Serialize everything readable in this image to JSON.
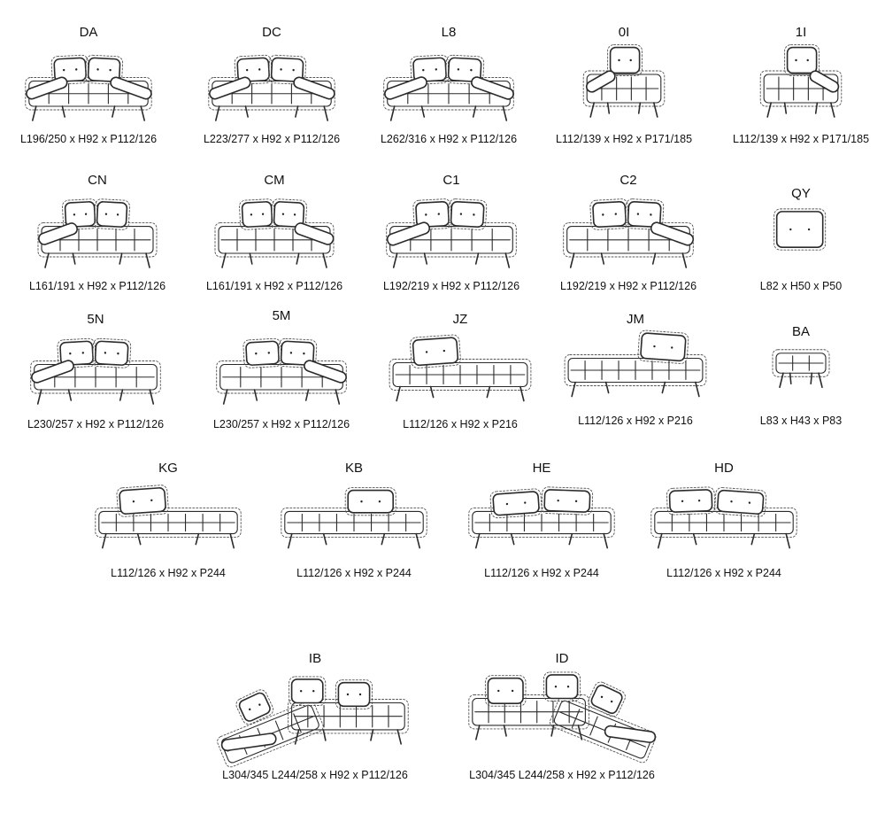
{
  "items": [
    {
      "code": "DA",
      "dims": "L196/250 x H92 x P112/126",
      "icon": "sofa-two-arms-icon"
    },
    {
      "code": "DC",
      "dims": "L223/277 x H92 x P112/126",
      "icon": "sofa-two-arms-icon"
    },
    {
      "code": "L8",
      "dims": "L262/316 x H92 x P112/126",
      "icon": "sofa-two-arms-icon"
    },
    {
      "code": "0I",
      "dims": "L112/139 x H92 x P171/185",
      "icon": "chaise-arm-left-icon"
    },
    {
      "code": "1I",
      "dims": "L112/139 x H92 x P171/185",
      "icon": "chaise-arm-right-icon"
    },
    {
      "code": "CN",
      "dims": "L161/191 x H92 x P112/126",
      "icon": "sofa-arm-left-icon"
    },
    {
      "code": "CM",
      "dims": "L161/191 x H92 x P112/126",
      "icon": "sofa-arm-right-icon"
    },
    {
      "code": "C1",
      "dims": "L192/219 x H92 x P112/126",
      "icon": "sofa-arm-left-icon"
    },
    {
      "code": "C2",
      "dims": "L192/219 x H92 x P112/126",
      "icon": "sofa-arm-right-icon"
    },
    {
      "code": "QY",
      "dims": "L82 x H50 x P50",
      "icon": "back-cushion-icon"
    },
    {
      "code": "5N",
      "dims": "L230/257 x H92 x P112/126",
      "icon": "sofa-arm-left-icon"
    },
    {
      "code": "5M",
      "dims": "L230/257 x H92 x P112/126",
      "icon": "sofa-arm-right-icon"
    },
    {
      "code": "JZ",
      "dims": "L112/126 x H92 x P216",
      "icon": "daybed-icon"
    },
    {
      "code": "JM",
      "dims": "L112/126 x H92 x P216",
      "icon": "daybed-icon"
    },
    {
      "code": "BA",
      "dims": "L83 x H43 x P83",
      "icon": "pouf-icon"
    },
    {
      "code": "KG",
      "dims": "L112/126 x H92 x P244",
      "icon": "daybed-icon"
    },
    {
      "code": "KB",
      "dims": "L112/126 x H92 x P244",
      "icon": "daybed-icon"
    },
    {
      "code": "HE",
      "dims": "L112/126 x H92 x P244",
      "icon": "daybed-two-cushions-icon"
    },
    {
      "code": "HD",
      "dims": "L112/126 x H92 x P244",
      "icon": "daybed-two-cushions-icon"
    },
    {
      "code": "IB",
      "dims": "L304/345 L244/258 x H92 x P112/126",
      "icon": "corner-sofa-icon"
    },
    {
      "code": "ID",
      "dims": "L304/345 L244/258 x H92 x P112/126",
      "icon": "corner-sofa-icon"
    }
  ]
}
